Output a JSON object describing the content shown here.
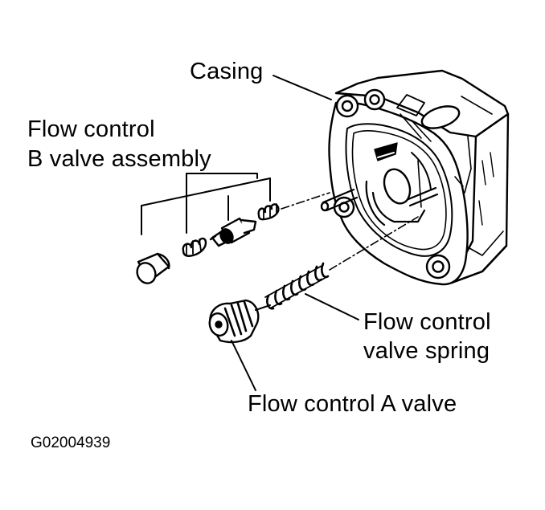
{
  "labels": {
    "casing": "Casing",
    "flow_control_b_line1": "Flow control",
    "flow_control_b_line2": "B valve assembly",
    "valve_spring_line1": "Flow control",
    "valve_spring_line2": "valve spring",
    "flow_control_a": "Flow control A valve"
  },
  "figure_code": "G02004939",
  "colors": {
    "ink": "#000000",
    "paper": "#ffffff"
  }
}
